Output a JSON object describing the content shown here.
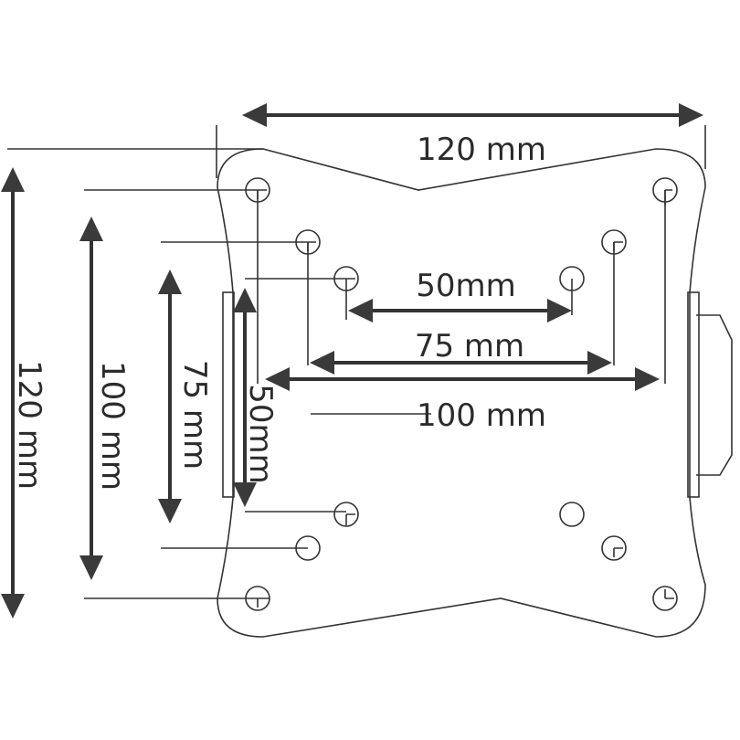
{
  "labels": {
    "top_width": "120 mm",
    "h_50": "50mm",
    "h_75": "75 mm",
    "h_100": "100 mm",
    "v_120": "120 mm",
    "v_100": "100 mm",
    "v_75": "75 mm",
    "v_50": "50mm"
  },
  "colors": {
    "stroke": "#333333",
    "arrow": "#3a3a3a",
    "background": "#ffffff"
  }
}
